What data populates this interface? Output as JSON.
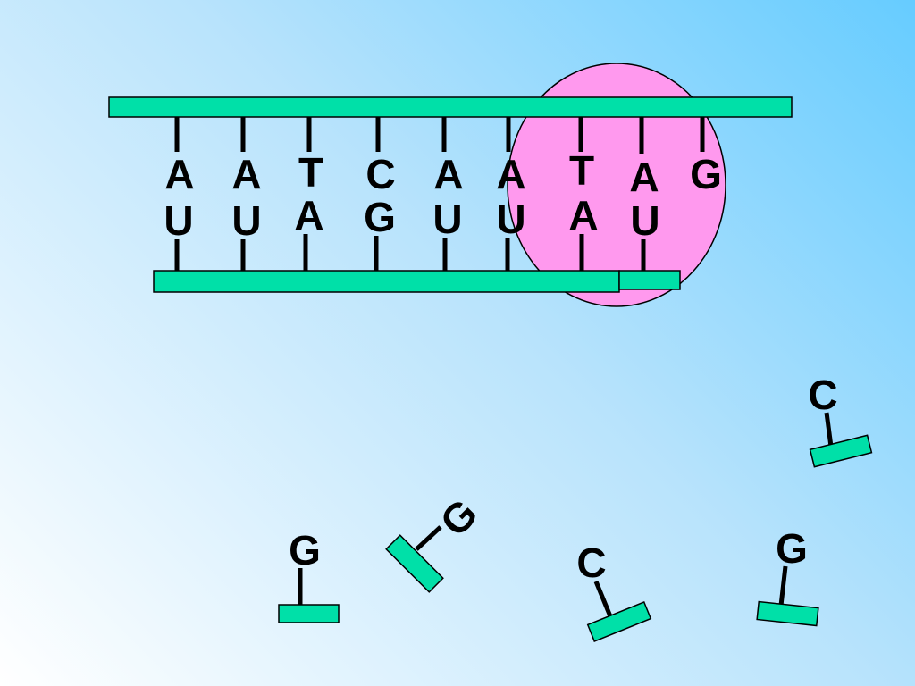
{
  "colors": {
    "A": "#993300",
    "U": "#000000",
    "T": "#000000",
    "C": "#ff00ff",
    "G": "#ff0000",
    "strand": "#00e0a8",
    "enzyme": "#ff99ee"
  },
  "template_bases": [
    {
      "letter": "A",
      "color": "#993300"
    },
    {
      "letter": "A",
      "color": "#993300"
    },
    {
      "letter": "T",
      "color": "#000000"
    },
    {
      "letter": "C",
      "color": "#ff00ff"
    },
    {
      "letter": "A",
      "color": "#993300"
    },
    {
      "letter": "A",
      "color": "#993300"
    },
    {
      "letter": "T",
      "color": "#000000"
    },
    {
      "letter": "A",
      "color": "#993300"
    },
    {
      "letter": "G",
      "color": "#ff0000"
    }
  ],
  "new_bases": [
    {
      "letter": "U",
      "color": "#000000"
    },
    {
      "letter": "U",
      "color": "#000000"
    },
    {
      "letter": "A",
      "color": "#993300"
    },
    {
      "letter": "G",
      "color": "#ff0000"
    },
    {
      "letter": "U",
      "color": "#000000"
    },
    {
      "letter": "U",
      "color": "#000000"
    },
    {
      "letter": "A",
      "color": "#993300"
    },
    {
      "letter": "U",
      "color": "#000000"
    }
  ],
  "free_nucleotides": [
    {
      "letter": "C",
      "color": "#ff00ff"
    },
    {
      "letter": "G",
      "color": "#ff0000"
    },
    {
      "letter": "G",
      "color": "#ff0000"
    },
    {
      "letter": "C",
      "color": "#ff00ff"
    },
    {
      "letter": "G",
      "color": "#ff0000"
    }
  ]
}
